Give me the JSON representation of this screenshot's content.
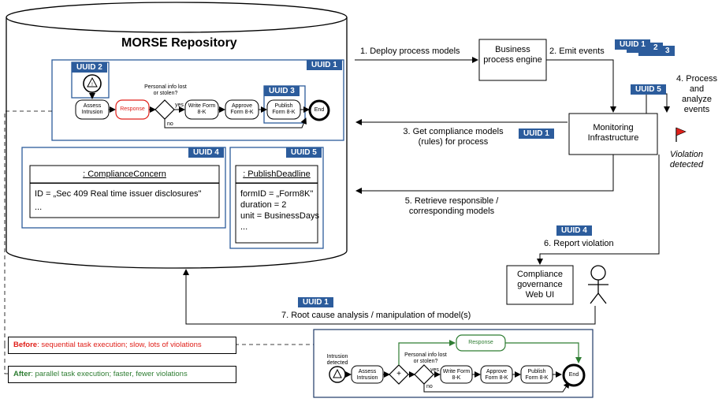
{
  "repository": {
    "title": "MORSE Repository",
    "uuid_process": "UUID 1",
    "uuid_task_assess": "UUID 2",
    "uuid_task_publish": "UUID 3",
    "uuid_concern": "UUID 4",
    "uuid_deadline": "UUID 5"
  },
  "process_before": {
    "assess": "Assess Intrusion",
    "response": "Response",
    "gateway_question": "Personal info lost or stolen?",
    "yes": "yes",
    "no": "no",
    "write": "Write Form 8-K",
    "approve": "Approve Form 8-K",
    "publish": "Publish Form 8-K",
    "end": "End"
  },
  "compliance_concern": {
    "header": ": ComplianceConcern",
    "id_line": "ID = „Sec 409 Real time issuer disclosures\"",
    "more": "..."
  },
  "publish_deadline": {
    "header": ": PublishDeadline",
    "lines": [
      "formID = „Form8K\"",
      "duration = 2",
      "unit = BusinessDays",
      "..."
    ]
  },
  "engine": {
    "label": "Business process engine"
  },
  "monitoring": {
    "label": "Monitoring Infrastructure"
  },
  "governance": {
    "label": "Compliance governance Web UI"
  },
  "flows": {
    "deploy": "1. Deploy process models",
    "emit": "2. Emit events",
    "emit_uuid_a": "UUID 1",
    "emit_uuid_b": "2",
    "emit_uuid_c": "3",
    "get_models": "3. Get compliance models (rules) for process",
    "get_models_uuid": "UUID 1",
    "process_events": "4. Process and analyze events",
    "process_uuid": "UUID 5",
    "violation": "Violation detected",
    "retrieve": "5. Retrieve responsible / corresponding models",
    "report": "6. Report violation",
    "report_uuid": "UUID 4",
    "root_cause": "7. Root cause analysis / manipulation of model(s)",
    "root_cause_uuid": "UUID 1"
  },
  "notes": {
    "before_bold": "Before",
    "before_text": ": sequential task execution; slow, lots of violations",
    "after_bold": "After",
    "after_text": ": parallel task execution; faster, fewer violations"
  },
  "process_after": {
    "start": "Intrusion detected",
    "assess": "Assess Intrusion",
    "parallel": "+",
    "gateway_question": "Personal info lost or stolen?",
    "yes": "yes",
    "no": "no",
    "response": "Response",
    "write": "Write Form 8-K",
    "approve": "Approve Form 8-K",
    "publish": "Publish Form 8-K",
    "end": "End"
  },
  "colors": {
    "uuid_badge": "#2c5c9c",
    "frame_blue": "#2c5c9c",
    "before_red": "#e0201a",
    "after_green": "#2e7d32"
  }
}
